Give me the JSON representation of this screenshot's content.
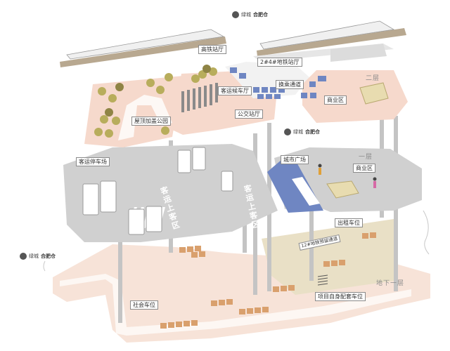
{
  "logos": {
    "top": {
      "prefix": "绿城",
      "name": "合肥仓"
    },
    "middle": {
      "prefix": "绿城",
      "name": "合肥仓"
    },
    "left": {
      "prefix": "绿城",
      "name": "合肥仓"
    }
  },
  "floors": {
    "second": "二层",
    "first": "一层",
    "basement": "地下一层"
  },
  "labels": {
    "high_speed_station": "高铁站厅",
    "metro_station": "2#4#地铁站厅",
    "transfer_channel": "换乘通道",
    "passenger_waiting_hall": "客运候车厅",
    "bus_station": "公交站厅",
    "rooftop_park": "屋顶加盖公园",
    "commercial_upper": "商业区",
    "commercial_mid": "商业区",
    "city_plaza": "城市广场",
    "coach_parking": "客运停车场",
    "taxi_spot": "出租车位",
    "metro_channel_12": "12#地铁预留通道",
    "social_parking": "社会车位",
    "project_parking": "项目自身配套车位"
  },
  "vertical_labels": {
    "boarding_left": "客运上客区",
    "boarding_right": "客运上客区"
  },
  "colors": {
    "deck_gray": "#d6d6d6",
    "deck_pink": "#f6d9cc",
    "deck_white": "#ffffff",
    "tree": "#b8ad5c",
    "accent_blue": "#6f86c2",
    "crosswalk": "#ffffff",
    "parking_seat": "#d9a06d",
    "pillar": "#c0c0c0"
  }
}
